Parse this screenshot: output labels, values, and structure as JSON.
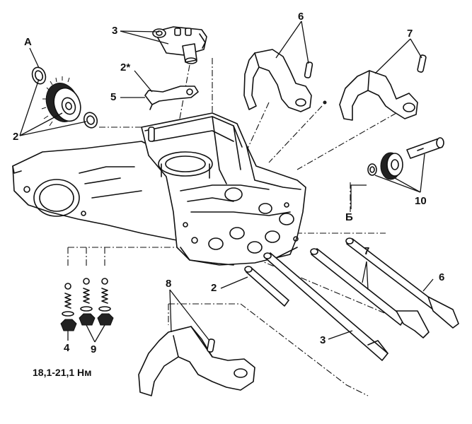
{
  "callouts": {
    "a": "А",
    "b": "Б",
    "n2_gear": "2",
    "n2_star": "2*",
    "n2_shaft": "2",
    "n3_top": "3",
    "n3_shaft": "3",
    "n4": "4",
    "n5": "5",
    "n6_top": "6",
    "n6_shaft": "6",
    "n7_top": "7",
    "n7_shaft": "7",
    "n8": "8",
    "n9": "9",
    "n10": "10"
  },
  "torque_spec": "18,1-21,1 Нм"
}
